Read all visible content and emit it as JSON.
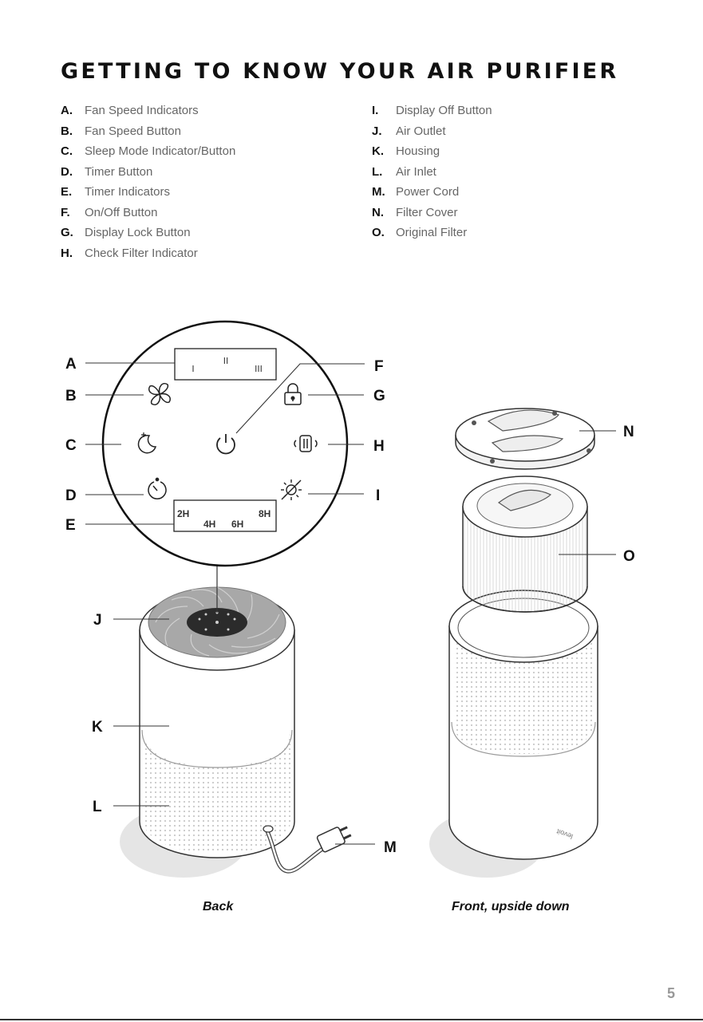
{
  "page": {
    "title": "GETTING TO KNOW YOUR AIR PURIFIER",
    "page_number": "5"
  },
  "parts_left": [
    {
      "key": "A.",
      "label": "Fan Speed Indicators"
    },
    {
      "key": "B.",
      "label": "Fan Speed Button"
    },
    {
      "key": "C.",
      "label": "Sleep Mode Indicator/Button"
    },
    {
      "key": "D.",
      "label": "Timer Button"
    },
    {
      "key": "E.",
      "label": "Timer Indicators"
    },
    {
      "key": "F.",
      "label": "On/Off Button"
    },
    {
      "key": "G.",
      "label": "Display Lock Button"
    },
    {
      "key": "H.",
      "label": "Check Filter Indicator"
    }
  ],
  "parts_right": [
    {
      "key": "I.",
      "label": "Display Off Button"
    },
    {
      "key": "J.",
      "label": "Air Outlet"
    },
    {
      "key": "K.",
      "label": "Housing"
    },
    {
      "key": "L.",
      "label": "Air Inlet"
    },
    {
      "key": "M.",
      "label": "Power Cord"
    },
    {
      "key": "N.",
      "label": "Filter Cover"
    },
    {
      "key": "O.",
      "label": "Original Filter"
    }
  ],
  "callouts": {
    "A": "A",
    "B": "B",
    "C": "C",
    "D": "D",
    "E": "E",
    "F": "F",
    "G": "G",
    "H": "H",
    "I": "I",
    "J": "J",
    "K": "K",
    "L": "L",
    "M": "M",
    "N": "N",
    "O": "O"
  },
  "panel": {
    "fan_speeds": [
      "I",
      "II",
      "III"
    ],
    "timers": [
      "2H",
      "4H",
      "6H",
      "8H"
    ]
  },
  "icons": [
    "fan-icon",
    "moon-sleep-icon",
    "timer-icon",
    "power-icon",
    "lock-icon",
    "filter-icon",
    "display-off-icon"
  ],
  "brand_mark": "levoit",
  "captions": {
    "back": "Back",
    "front": "Front, upside down"
  }
}
